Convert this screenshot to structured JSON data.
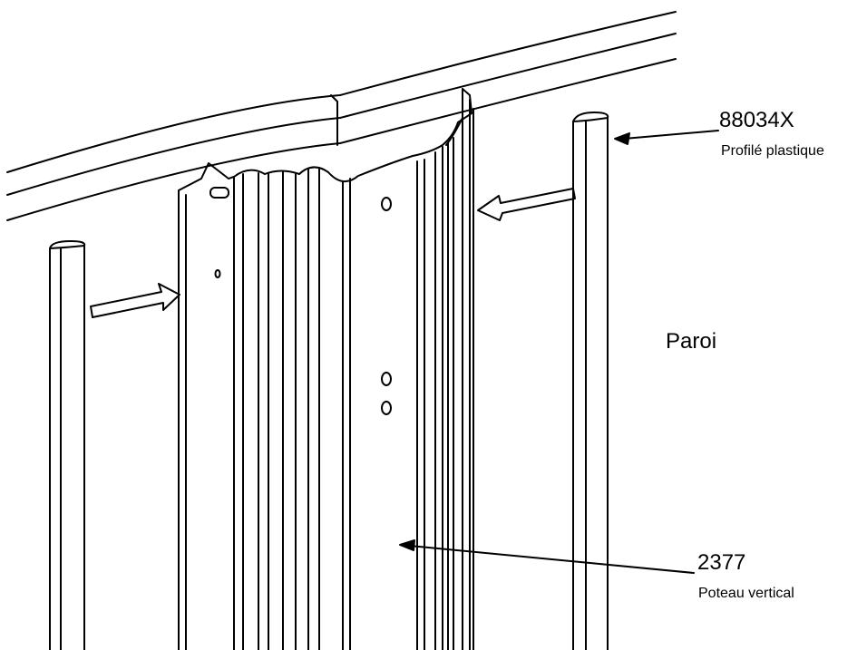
{
  "labels": {
    "plastic_profile_code": "88034X",
    "plastic_profile_name": "Profilé plastique",
    "wall": "Paroi",
    "post_code": "2377",
    "post_name": "Poteau vertical"
  }
}
